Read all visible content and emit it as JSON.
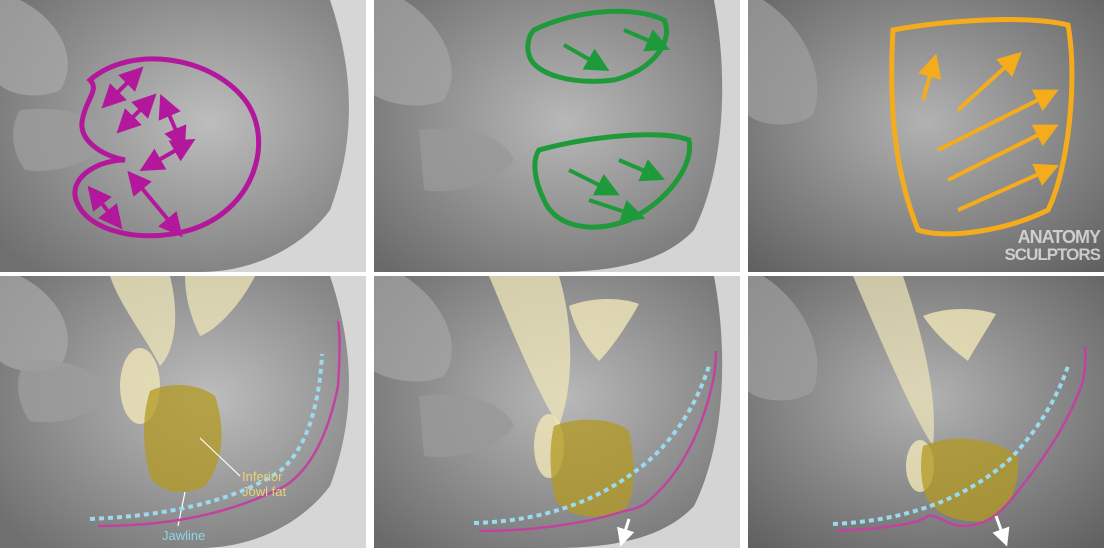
{
  "labels": {
    "inferior_line1": "Inferior",
    "inferior_line2": "Jowl fat",
    "jawline": "Jawline"
  },
  "watermark": {
    "line1": "ANATOMY",
    "line2": "SCULPTORS"
  },
  "colors": {
    "magenta": "#b3179b",
    "green": "#1e9a3a",
    "orange": "#f5ac1c",
    "fat_light": "#efe6b8",
    "fat_dark": "#b39a22",
    "jawline_dotted": "#9ad9ee",
    "contour_line": "#c0449e"
  }
}
